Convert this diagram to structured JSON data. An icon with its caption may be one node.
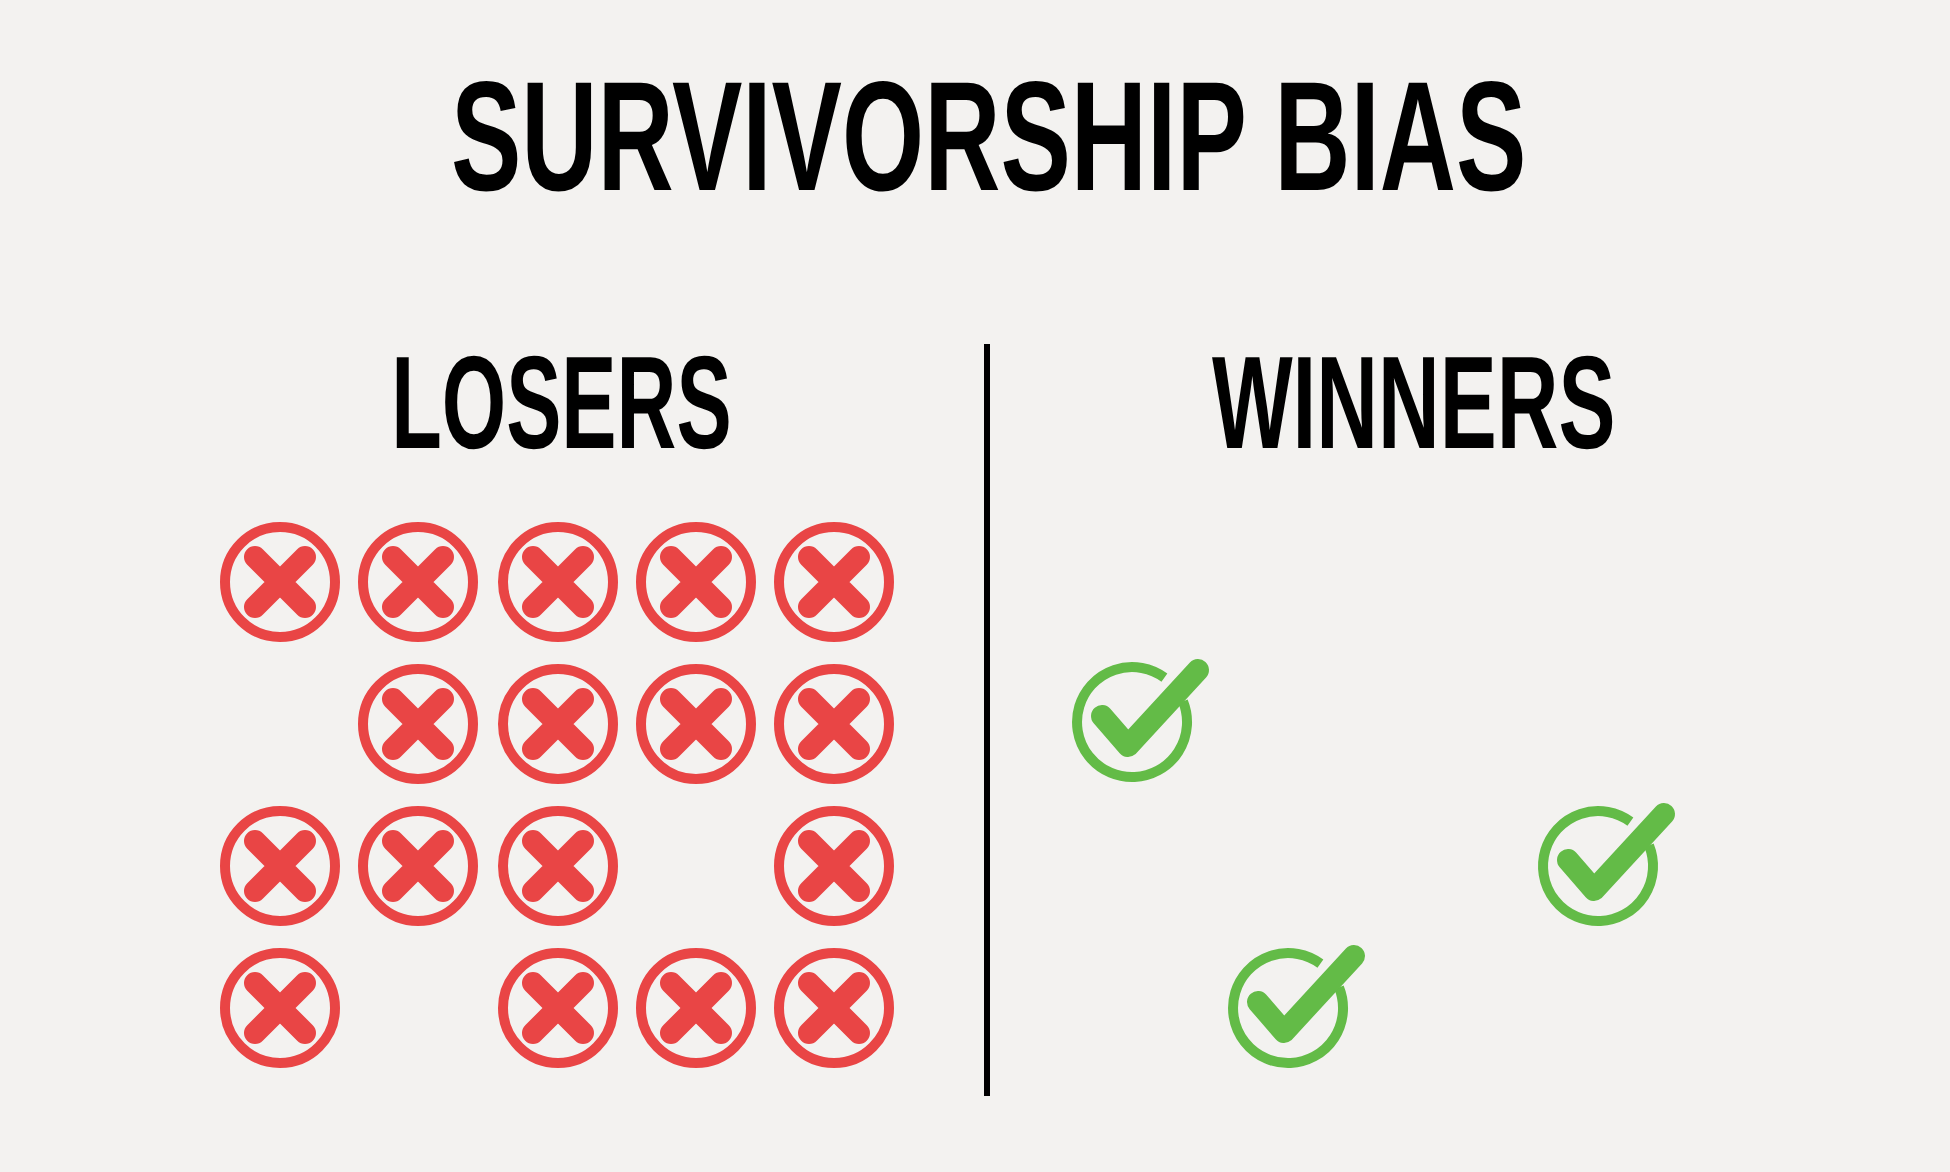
{
  "diagram": {
    "title": "SURVIVORSHIP BIAS",
    "labels": [
      "LOSERS",
      "WINNERS"
    ]
  }
}
